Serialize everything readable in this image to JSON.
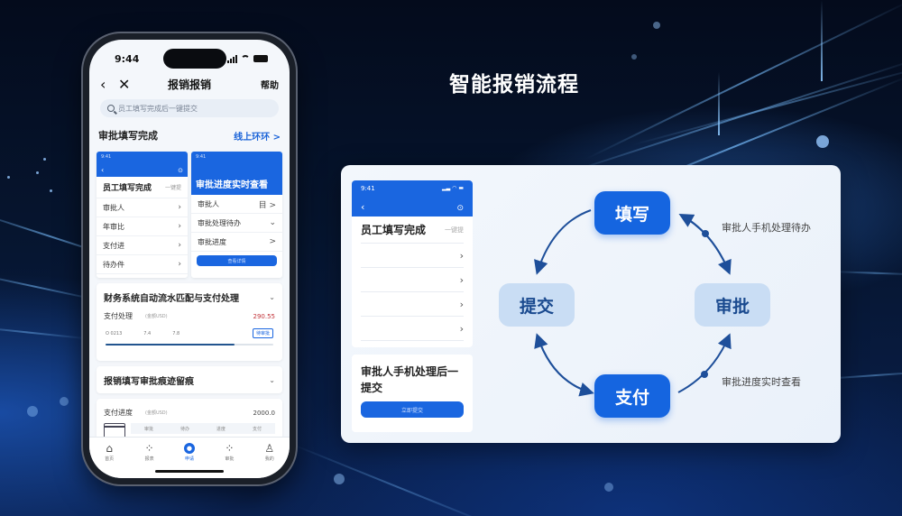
{
  "page": {
    "title": "智能报销流程"
  },
  "phone": {
    "status_time": "9:44",
    "nav": {
      "back_icon": "chevron-left",
      "close_icon": "close",
      "title": "报销报销",
      "help": "帮助"
    },
    "search": {
      "placeholder": "员工填写完成后一键提交"
    },
    "section": {
      "title": "审批填写完成",
      "link": "线上环环 >"
    },
    "mini_card_left": {
      "time": "9:41",
      "header_row": {
        "label": "员工填写完成",
        "sub": "一键提"
      },
      "rows": [
        {
          "label": "审批人"
        },
        {
          "label": "年审比"
        },
        {
          "label": "支付进"
        },
        {
          "label": "待办件"
        }
      ]
    },
    "mini_card_right": {
      "time": "9:41",
      "headline": "审批进度实时查看",
      "rows": [
        {
          "label": "审批人",
          "trail": "目 >"
        },
        {
          "label": "审批处理待办",
          "trail": "⌄"
        },
        {
          "label": "审批进度",
          "trail": ">"
        }
      ],
      "button": "查看详情"
    },
    "panel_finance": {
      "title": "财务系统自动流水匹配与支付处理",
      "row_label": "支付处理",
      "row_mid": "(金额USD)",
      "row_amount": "290.55",
      "steps": [
        "O 0213",
        "7.4",
        "7.8"
      ],
      "tag": "待审批",
      "progress_pct": 77
    },
    "panel_trace": {
      "title": "报销填写审批痕迹留痕"
    },
    "panel_progress": {
      "row_label": "支付进度",
      "row_mid": "(金额USD)",
      "row_amount": "2000.0",
      "columns": [
        "审批",
        "待办",
        "进度",
        "支付"
      ]
    },
    "tabbar": [
      {
        "label": "首页",
        "icon": "home"
      },
      {
        "label": "报表",
        "icon": "grid"
      },
      {
        "label": "申请",
        "icon": "apply",
        "active": true
      },
      {
        "label": "审批",
        "icon": "grid"
      },
      {
        "label": "我的",
        "icon": "user"
      }
    ]
  },
  "card": {
    "mini_phone": {
      "time": "9:41",
      "header_row": {
        "label": "员工填写完成",
        "sub": "一键提"
      },
      "rows_count": 4
    },
    "bottom_text": "审批人手机处理后一提交",
    "bottom_button": "立即提交",
    "flow": {
      "nodes": [
        {
          "id": "fill",
          "label": "填写",
          "style": "primary"
        },
        {
          "id": "submit",
          "label": "提交",
          "style": "secondary"
        },
        {
          "id": "approve",
          "label": "审批",
          "style": "secondary"
        },
        {
          "id": "pay",
          "label": "支付",
          "style": "primary"
        }
      ],
      "annotations": [
        "审批人手机处理待办",
        "审批进度实时查看"
      ]
    }
  },
  "colors": {
    "accent": "#1565e0",
    "secondary_node": "#c9ddf4",
    "amount_red": "#c2343a",
    "bg_dark": "#06152f"
  }
}
